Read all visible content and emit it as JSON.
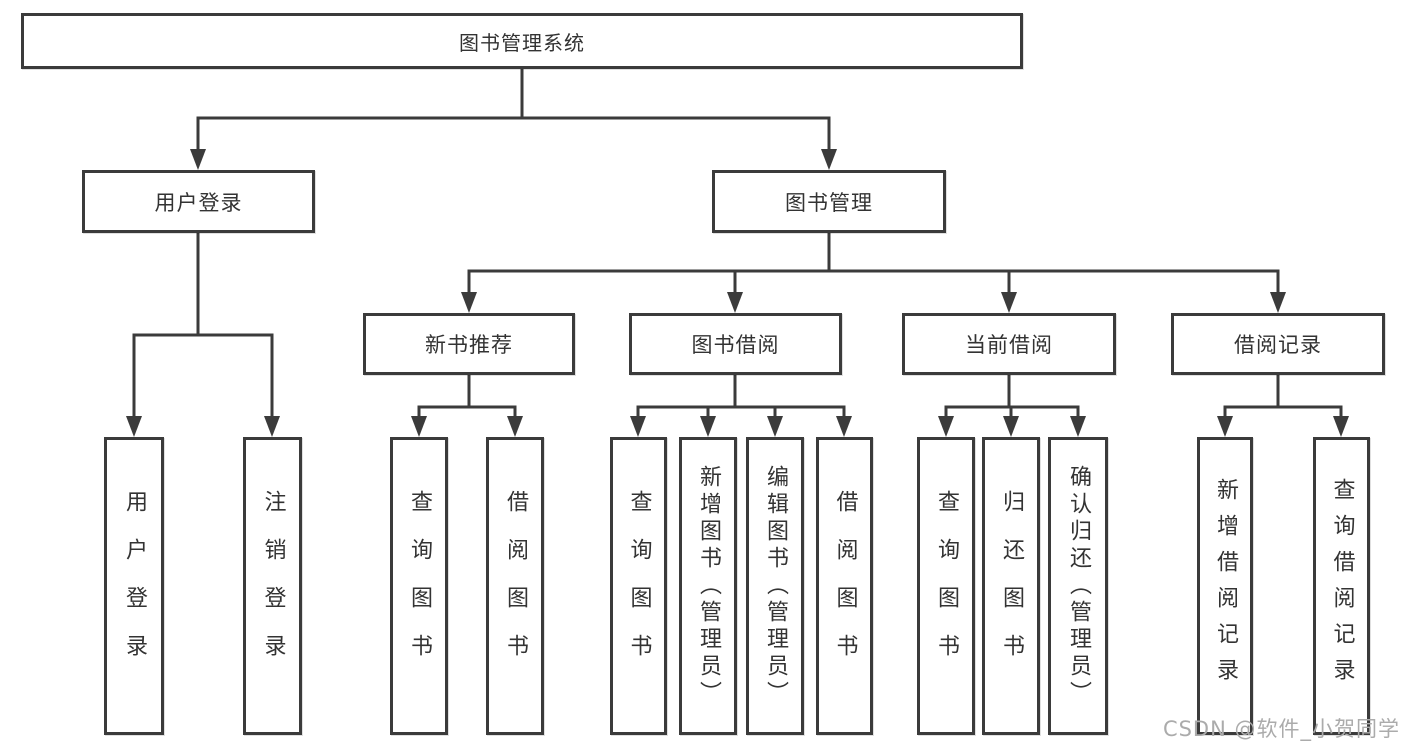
{
  "tree": {
    "root": {
      "label": "图书管理系统"
    },
    "branches": [
      {
        "label": "用户登录",
        "children": [
          {
            "label": "用户登录"
          },
          {
            "label": "注销登录"
          }
        ]
      },
      {
        "label": "图书管理",
        "children": [
          {
            "label": "新书推荐",
            "children": [
              {
                "label": "查询图书"
              },
              {
                "label": "借阅图书"
              }
            ]
          },
          {
            "label": "图书借阅",
            "children": [
              {
                "label": "查询图书"
              },
              {
                "label": "新增图书（管理员）"
              },
              {
                "label": "编辑图书（管理员）"
              },
              {
                "label": "借阅图书"
              }
            ]
          },
          {
            "label": "当前借阅",
            "children": [
              {
                "label": "查询图书"
              },
              {
                "label": "归还图书"
              },
              {
                "label": "确认归还（管理员）"
              }
            ]
          },
          {
            "label": "借阅记录",
            "children": [
              {
                "label": "新增借阅记录"
              },
              {
                "label": "查询借阅记录"
              }
            ]
          }
        ]
      }
    ]
  },
  "watermark": {
    "text": "CSDN @软件_小贺同学"
  },
  "colors": {
    "line": "#3b3b3b",
    "box_border": "#3b3b3b",
    "text": "#333333",
    "watermark": "#ababab",
    "background": "#ffffff"
  }
}
